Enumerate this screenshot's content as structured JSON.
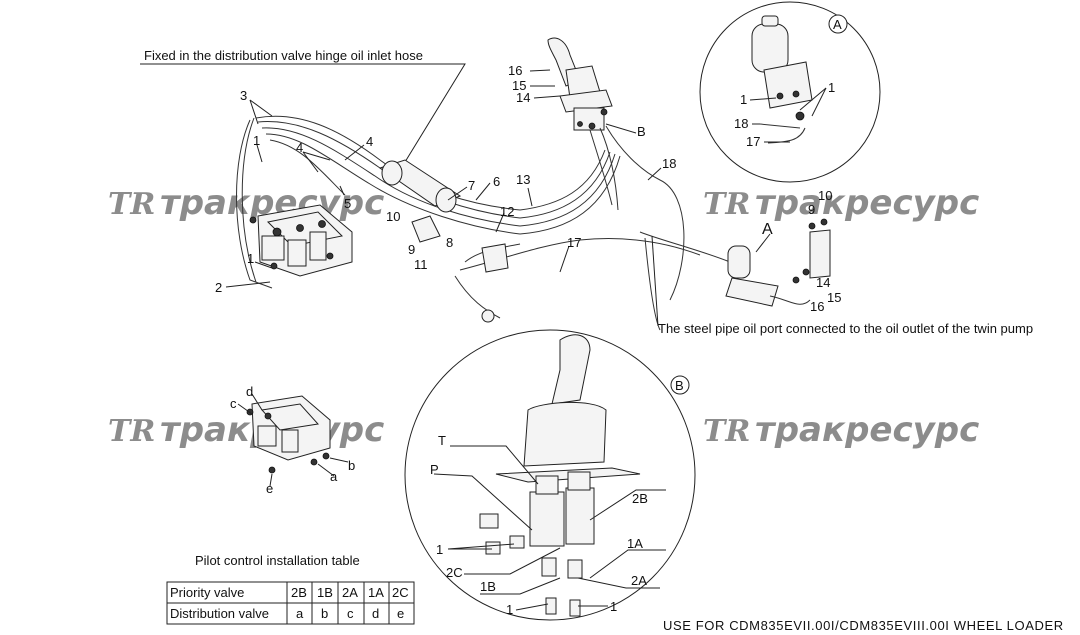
{
  "captions": {
    "top": "Fixed in the distribution valve hinge oil inlet hose",
    "steel_pipe": "The steel pipe oil port connected to the oil outlet of the twin pump",
    "table_title": "Pilot control installation table",
    "footer": "USE FOR CDM835EVII.00I/CDM835EVIII.00I WHEEL LOADER"
  },
  "watermark": {
    "logo": "TR",
    "text": "тракресурс"
  },
  "detail_markers": {
    "a": "A",
    "b": "B"
  },
  "main_labels": {
    "n1a": "1",
    "n1b": "1",
    "n2": "2",
    "n3": "3",
    "n4a": "4",
    "n4b": "4",
    "n5": "5",
    "n6": "6",
    "n7": "7",
    "n8": "8",
    "n9": "9",
    "n10": "10",
    "n11": "11",
    "n12": "12",
    "n13": "13",
    "n14": "14",
    "n15": "15",
    "n16": "16",
    "n17": "17",
    "n18": "18",
    "nB": "B",
    "nA": "A",
    "r9": "9",
    "r10": "10",
    "r14": "14",
    "r15": "15",
    "r16": "16"
  },
  "detail_a_labels": {
    "n1l": "1",
    "n1r": "1",
    "n18": "18",
    "n17": "17"
  },
  "detail_b_labels": {
    "T": "T",
    "P": "P",
    "n1l": "1",
    "n2C": "2C",
    "n1B": "1B",
    "n2B": "2B",
    "n1A": "1A",
    "n2A": "2A",
    "n1bl": "1",
    "n1br": "1"
  },
  "small_valve_labels": {
    "a": "a",
    "b": "b",
    "c": "c",
    "d": "d",
    "e": "e"
  },
  "table": {
    "rows": [
      {
        "head": "Priority valve",
        "cells": [
          "2B",
          "1B",
          "2A",
          "1A",
          "2C"
        ]
      },
      {
        "head": "Distribution valve",
        "cells": [
          "a",
          "b",
          "c",
          "d",
          "e"
        ]
      }
    ]
  }
}
